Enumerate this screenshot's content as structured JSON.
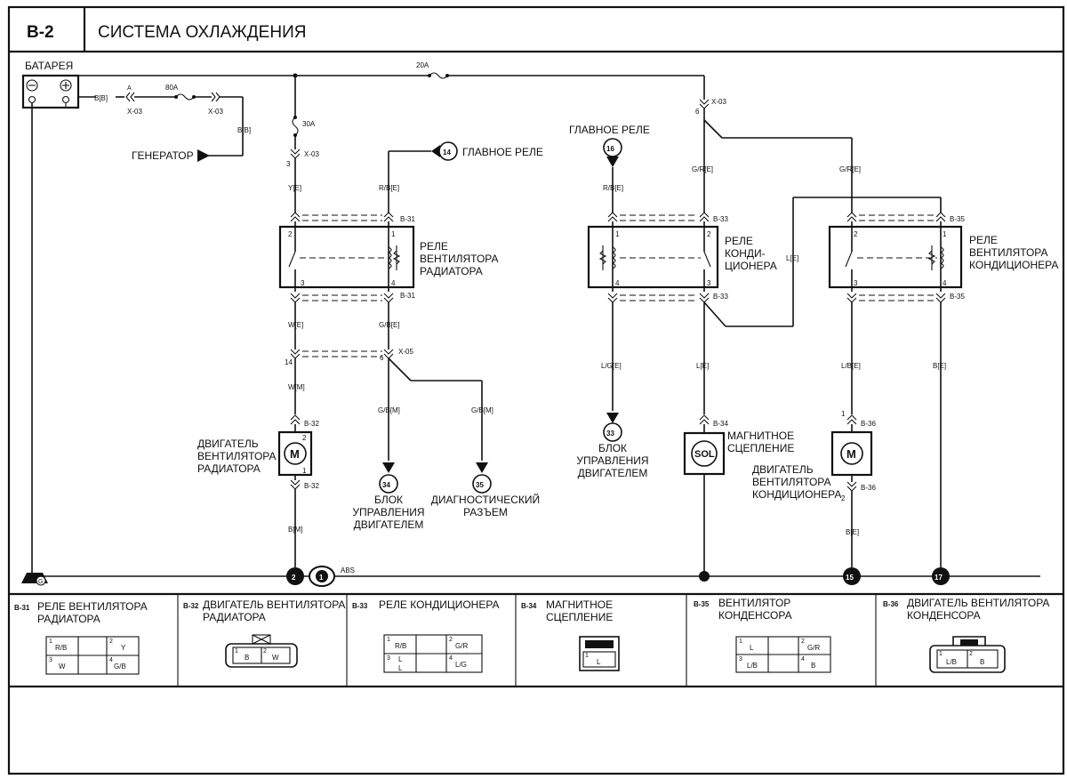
{
  "header": {
    "code": "B-2",
    "title": "СИСТЕМА ОХЛАЖДЕНИЯ"
  },
  "labels": {
    "battery": "БАТАРЕЯ",
    "generator": "ГЕНЕРАТОР",
    "main_relay": "ГЛАВНОЕ РЕЛЕ",
    "main_relay_top": "ГЛАВНОЕ РЕЛЕ",
    "radiator_fan_relay": [
      "РЕЛЕ",
      "ВЕНТИЛЯТОРА",
      "РАДИАТОРА"
    ],
    "ac_relay": [
      "РЕЛЕ",
      "КОНДИ-",
      "ЦИОНЕРА"
    ],
    "ac_fan_relay": [
      "РЕЛЕ",
      "ВЕНТИЛЯТОРА",
      "КОНДИЦИОНЕРА"
    ],
    "radiator_fan_motor": [
      "ДВИГАТЕЛЬ",
      "ВЕНТИЛЯТОРА",
      "РАДИАТОРА"
    ],
    "ecu_34": [
      "БЛОК",
      "УПРАВЛЕНИЯ",
      "ДВИГАТЕЛЕМ"
    ],
    "diag_35": [
      "ДИАГНОСТИЧЕСКИЙ",
      "РАЗЪЕМ"
    ],
    "ecu_33": [
      "БЛОК",
      "УПРАВЛЕНИЯ",
      "ДВИГАТЕЛЕМ"
    ],
    "magnetic_clutch": [
      "МАГНИТНОЕ",
      "СЦЕПЛЕНИЕ"
    ],
    "ac_fan_motor": [
      "ДВИГАТЕЛЬ",
      "ВЕНТИЛЯТОРА",
      "КОНДИЦИОНЕРА"
    ],
    "abs": "ABS",
    "motor_symbol": "M",
    "sol_symbol": "SOL"
  },
  "fuses": {
    "f80": "80A",
    "f30": "30A",
    "f20": "20A"
  },
  "connectors": {
    "x03": "X-03",
    "x05": "X-05",
    "b31": "B-31",
    "b32": "B-32",
    "b33": "B-33",
    "b34": "B-34",
    "b35": "B-35",
    "b36": "B-36",
    "a": "A"
  },
  "wire_colors": {
    "bb": "B[B]",
    "ye": "Y[E]",
    "rbe": "R/B[E]",
    "we": "W[E]",
    "wm": "W[M]",
    "gbe": "G/B[E]",
    "gbm": "G/B[M]",
    "bm": "B[M]",
    "gre": "G/R[E]",
    "lge": "L/G[E]",
    "le": "L[E]",
    "lbe": "L/B[E]",
    "be": "B[E]"
  },
  "pins": {
    "p1": "1",
    "p2": "2",
    "p3": "3",
    "p4": "4",
    "p6": "6",
    "p14": "14"
  },
  "refs": {
    "r1": "1",
    "r2": "2",
    "r14": "14",
    "r15": "15",
    "r16": "16",
    "r17": "17",
    "r33": "33",
    "r34": "34",
    "r35": "35",
    "ground": "G"
  },
  "connector_views": [
    {
      "id": "B-31",
      "title": [
        "РЕЛЕ ВЕНТИЛЯТОРА",
        "РАДИАТОРА"
      ],
      "pins": [
        "R/B",
        "Y",
        "W",
        "G/B"
      ]
    },
    {
      "id": "B-32",
      "title": [
        "ДВИГАТЕЛЬ ВЕНТИЛЯТОРА",
        "РАДИАТОРА"
      ],
      "pins": [
        "B",
        "W"
      ]
    },
    {
      "id": "B-33",
      "title": [
        "РЕЛЕ КОНДИЦИОНЕРА"
      ],
      "pins": [
        "R/B",
        "G/R",
        "L",
        "L",
        "L/G"
      ]
    },
    {
      "id": "B-34",
      "title": [
        "МАГНИТНОЕ",
        "СЦЕПЛЕНИЕ"
      ],
      "pins": [
        "L"
      ]
    },
    {
      "id": "B-35",
      "title": [
        "ВЕНТИЛЯТОР",
        "КОНДЕНСОРА"
      ],
      "pins": [
        "L",
        "G/R",
        "L/B",
        "B"
      ]
    },
    {
      "id": "B-36",
      "title": [
        "ДВИГАТЕЛЬ ВЕНТИЛЯТОРА",
        "КОНДЕНСОРА"
      ],
      "pins": [
        "L/B",
        "B"
      ]
    }
  ]
}
